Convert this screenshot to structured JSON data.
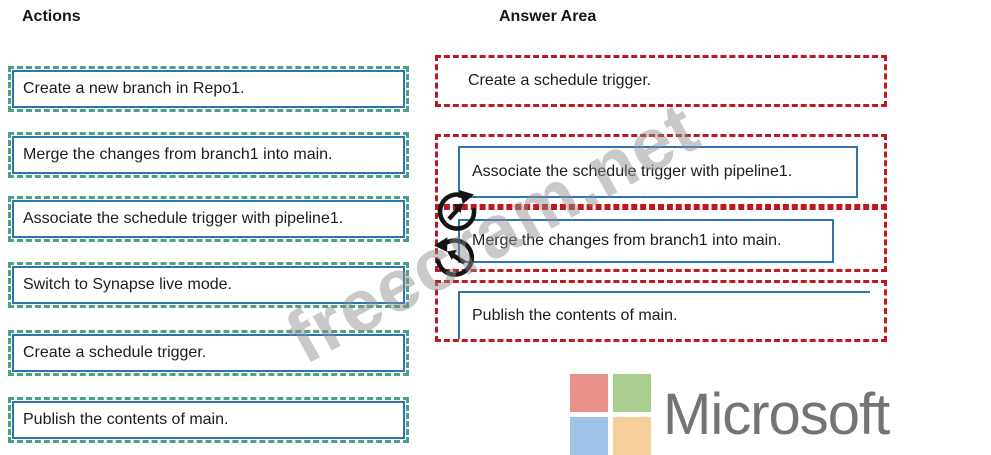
{
  "headers": {
    "actions": "Actions",
    "answer_area": "Answer Area"
  },
  "actions": [
    {
      "label": "Create a new branch in Repo1."
    },
    {
      "label": "Merge the changes from branch1 into main."
    },
    {
      "label": "Associate the schedule trigger with pipeline1."
    },
    {
      "label": "Switch to Synapse live mode."
    },
    {
      "label": "Create a schedule trigger."
    },
    {
      "label": "Publish the contents of main."
    }
  ],
  "answer_area": {
    "slots": [
      {
        "label": "Create a schedule trigger."
      },
      {
        "label": "Associate the schedule trigger with pipeline1."
      },
      {
        "label": "Merge the changes from branch1 into main."
      },
      {
        "label": "Publish the contents of main."
      }
    ]
  },
  "icons": [
    {
      "name": "circular-arrow-icon-top"
    },
    {
      "name": "circular-arrow-icon-bottom"
    }
  ],
  "watermark": {
    "text": "freecram.net"
  },
  "branding": {
    "name": "Microsoft",
    "logo_square_colors": {
      "red": "#e89189",
      "green": "#a9ce90",
      "blue": "#9cc3e5",
      "orange": "#f6d09b"
    },
    "wordmark_color": "#747474"
  },
  "colors": {
    "action_dashed_border": "#4aa183",
    "action_solid_border": "#2e74b5",
    "answer_dashed_border": "#c01820",
    "answer_solid_border": "#2e74b5",
    "text": "#1c1c1c",
    "watermark": "#8f8f8f"
  }
}
